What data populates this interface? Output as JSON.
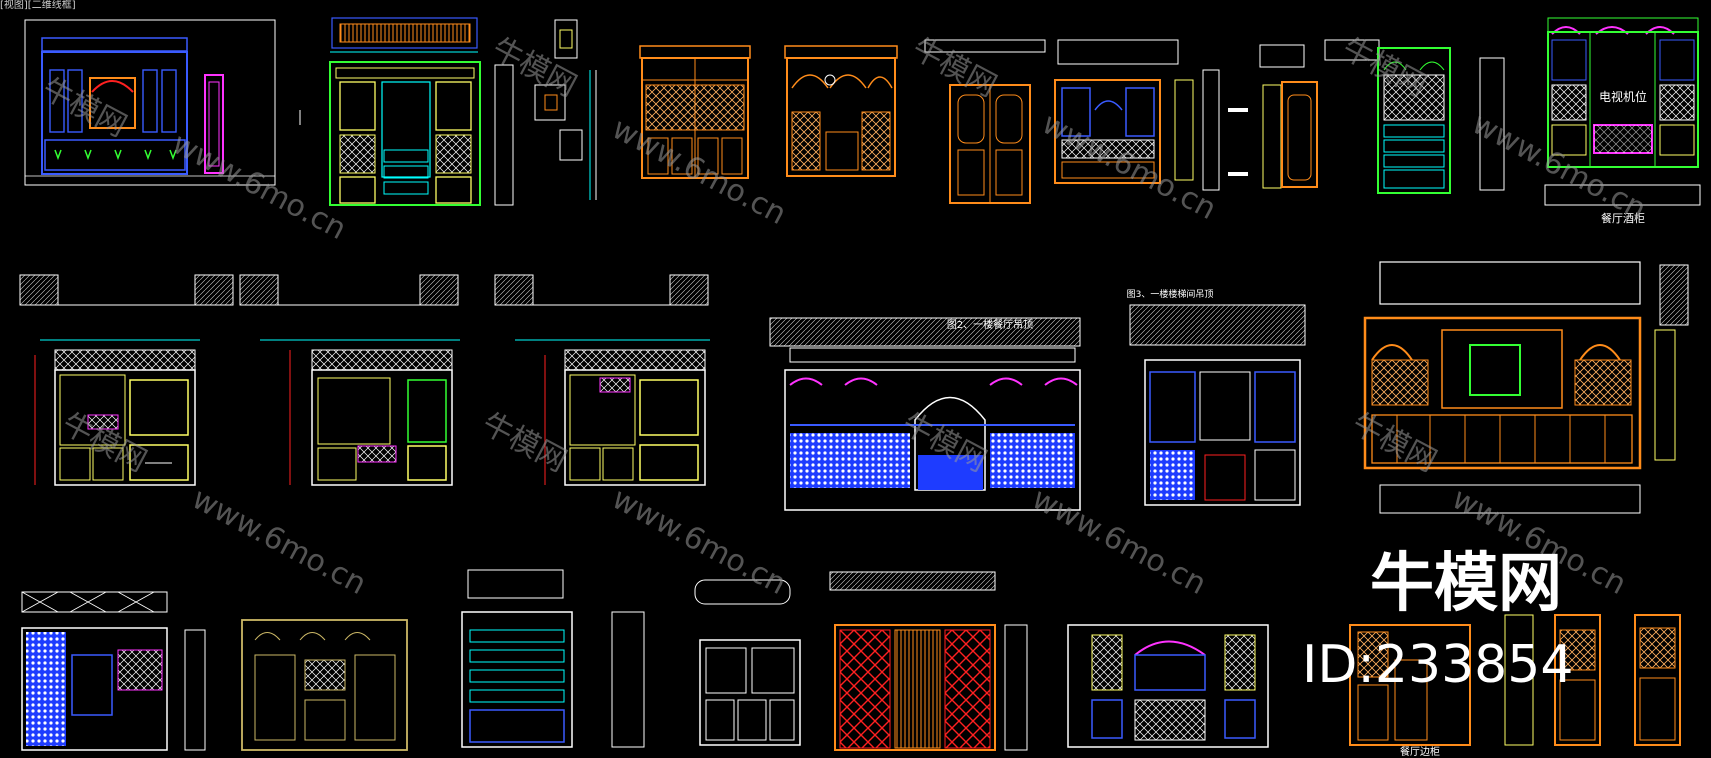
{
  "viewport": {
    "label": "[视图][二维线框]"
  },
  "watermark": {
    "cn": "牛模网",
    "url": "www.6mo.cn",
    "brand": "牛模网",
    "id": "ID:233854"
  },
  "drawings": {
    "tv_cabinet_label": "电视机位",
    "dining_wine_cabinet_caption": "餐厅酒柜",
    "fig2_caption": "图2、一楼餐厅吊顶",
    "fig3_caption": "图3、一楼楼梯间吊顶",
    "side_cabinet_caption": "餐厅边柜"
  },
  "colors": {
    "background": "#000000",
    "cad_orange": "#ff8c1a",
    "cad_cyan": "#00ffff",
    "cad_blue": "#1e3cff",
    "cad_magenta": "#ff33ff",
    "cad_white": "#ffffff",
    "cad_yellow": "#ffff66",
    "cad_red": "#ff2020",
    "cad_green": "#33ff33"
  }
}
